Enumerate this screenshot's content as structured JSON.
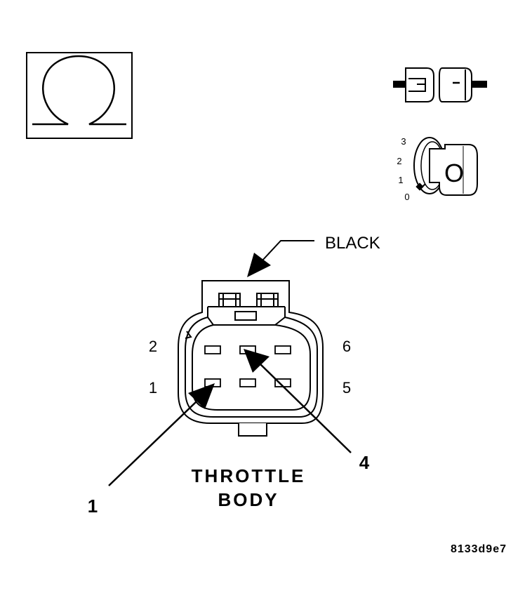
{
  "symbols": {
    "ohm_icon": "ohm-symbol-icon",
    "connector_icon": "disconnected-connector-icon",
    "ignition_icon": "ignition-key-position-0-icon",
    "ignition_positions": [
      "3",
      "2",
      "1",
      "0"
    ],
    "key_letter": "O"
  },
  "connector": {
    "color_label": "BLACK",
    "pin_labels": {
      "top_left": "2",
      "bottom_left": "1",
      "top_right": "6",
      "bottom_right": "5"
    },
    "name_line1": "THROTTLE",
    "name_line2": "BODY"
  },
  "callouts": {
    "first": "1",
    "second": "4"
  },
  "figure_id": "8133d9e7"
}
